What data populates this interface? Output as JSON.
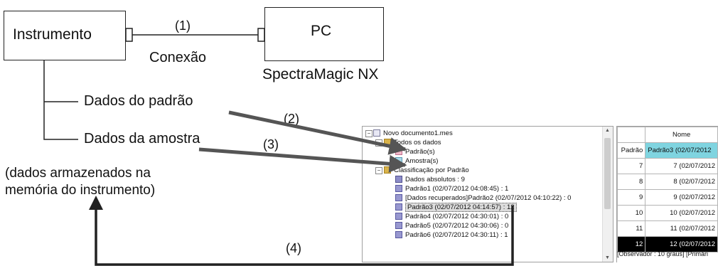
{
  "diagram": {
    "instrument_label": "Instrumento",
    "pc_label": "PC",
    "software_label": "SpectraMagic NX",
    "connection_label": "Conexão",
    "step1": "(1)",
    "step2": "(2)",
    "step3": "(3)",
    "step4": "(4)",
    "standard_data_label": "Dados do padrão",
    "sample_data_label": "Dados da amostra",
    "memory_note_line1": "(dados armazenados na",
    "memory_note_line2": "memória do instrumento)"
  },
  "tree": {
    "root": "Novo documento1.mes",
    "all_data": "Todos os dados",
    "standards": "Padrão(s)",
    "samples": "Amostra(s)",
    "classification": "Classificação por Padrão",
    "items": [
      "Dados absolutos : 9",
      "Padrão1 (02/07/2012 04:08:45) : 1",
      "[Dados recuperados]Padrão2 (02/07/2012 04:10:22) : 0",
      "Padrão3 (02/07/2012 04:14:57) : 12",
      "Padrão4 (02/07/2012 04:30:01) : 0",
      "Padrão5 (02/07/2012 04:30:06) : 0",
      "Padrão6 (02/07/2012 04:30:11) : 1"
    ]
  },
  "grid": {
    "col_header": "Nome",
    "row_header_label": "Padrão",
    "first_row_name": "Padrão3 (02/07/2012",
    "rows": [
      {
        "num": "7",
        "name": "7 (02/07/2012"
      },
      {
        "num": "8",
        "name": "8 (02/07/2012"
      },
      {
        "num": "9",
        "name": "9 (02/07/2012"
      },
      {
        "num": "10",
        "name": "10 (02/07/2012"
      },
      {
        "num": "11",
        "name": "11 (02/07/2012"
      },
      {
        "num": "12",
        "name": "12 (02/07/2012"
      }
    ],
    "status_text": "[Observador : 10 graus]  [Primári"
  },
  "colors": {
    "line": "#222222",
    "arrow": "#555555",
    "highlight": "#7fd4e0",
    "selected_row": "#000000"
  }
}
